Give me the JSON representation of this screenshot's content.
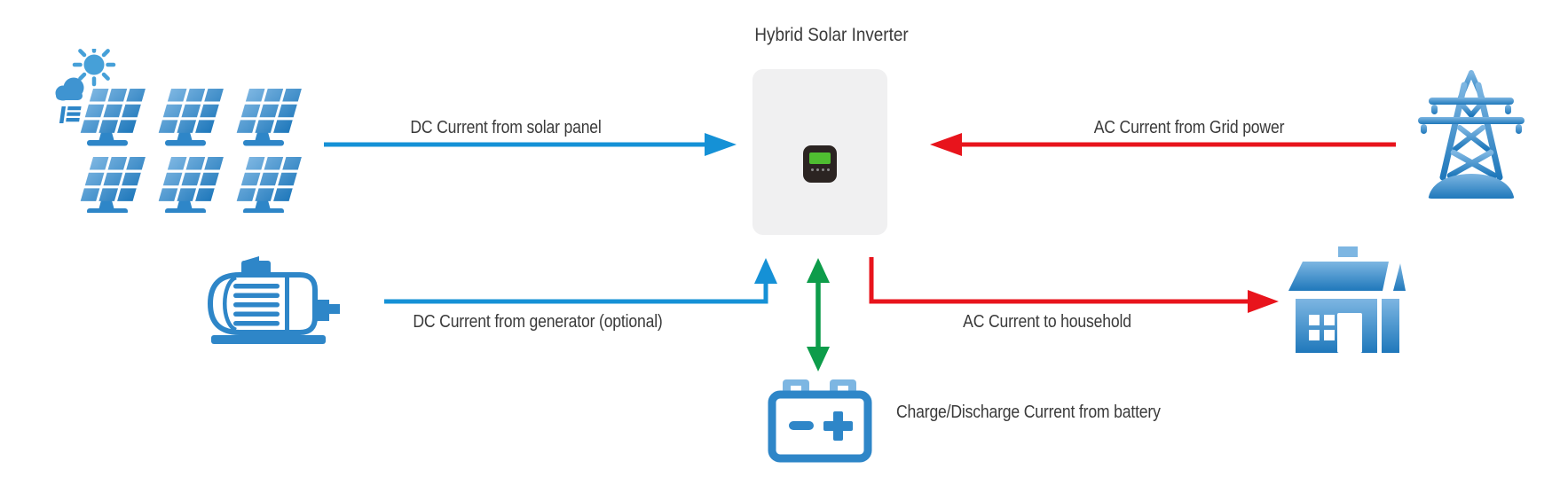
{
  "title": "Hybrid Solar Inverter",
  "labels": {
    "dc_solar": "DC Current from solar panel",
    "ac_grid": "AC Current from Grid power",
    "dc_generator": "DC Current from generator (optional)",
    "ac_household": "AC Current to household",
    "battery": "Charge/Discharge Current from battery"
  },
  "icons": {
    "solar_panel": "solar-panel-array-icon",
    "generator": "generator-motor-icon",
    "grid": "transmission-tower-icon",
    "house": "house-icon",
    "battery": "battery-icon",
    "inverter": "inverter-unit"
  },
  "colors": {
    "arrow_dc": "#1591d6",
    "arrow_ac": "#e8141c",
    "arrow_battery": "#0d9c4a",
    "icon_blue": "#2e86c8",
    "icon_blue_light": "#7db6e2",
    "icon_blue_dark": "#1f78bb",
    "inverter_body": "#f0f0f1",
    "display_dark": "#2b2422",
    "display_screen": "#4fbe31",
    "text": "#3a3a3a"
  }
}
